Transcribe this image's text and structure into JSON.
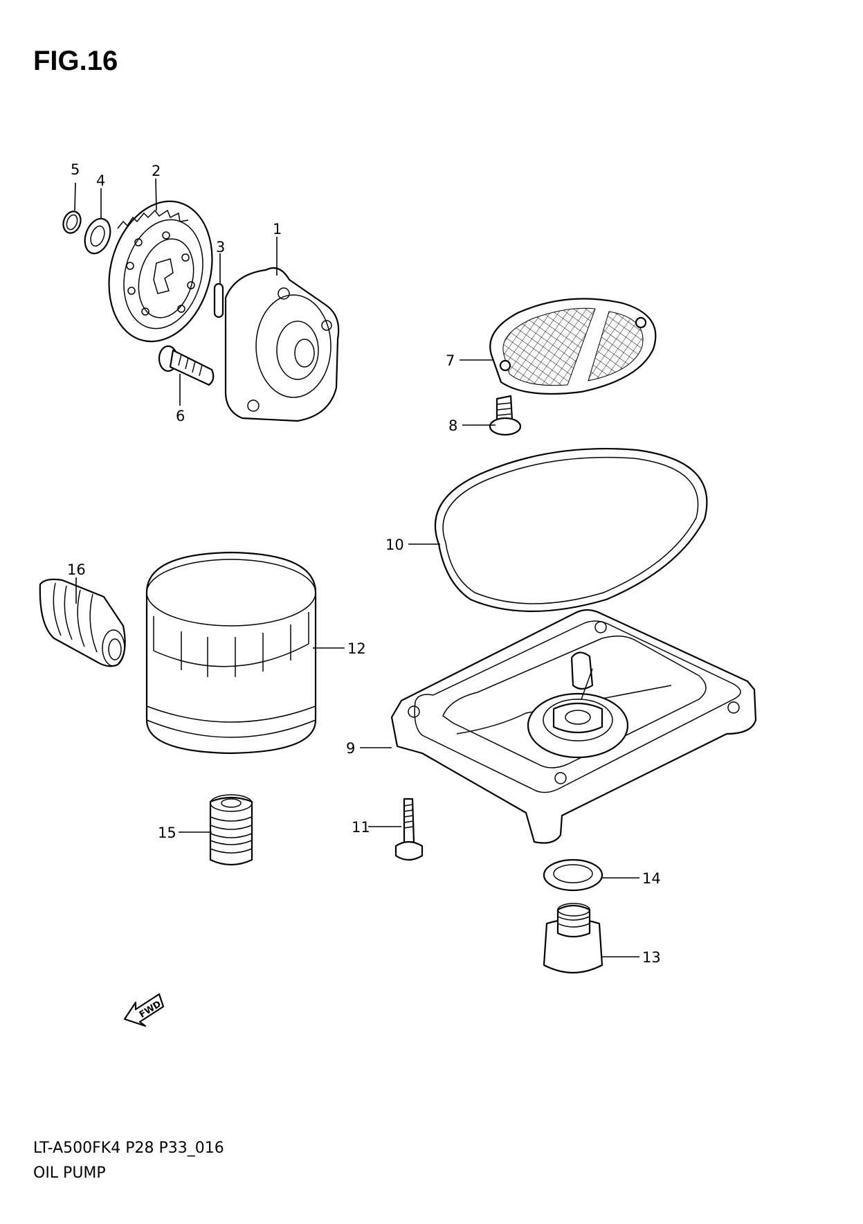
{
  "figure": {
    "title": "FIG.16",
    "code": "LT-A500FK4 P28 P33_016",
    "name": "OIL PUMP"
  },
  "fwd_label": "FWD",
  "callouts": [
    "1",
    "2",
    "3",
    "4",
    "5",
    "6",
    "7",
    "8",
    "9",
    "10",
    "11",
    "12",
    "13",
    "14",
    "15",
    "16"
  ]
}
